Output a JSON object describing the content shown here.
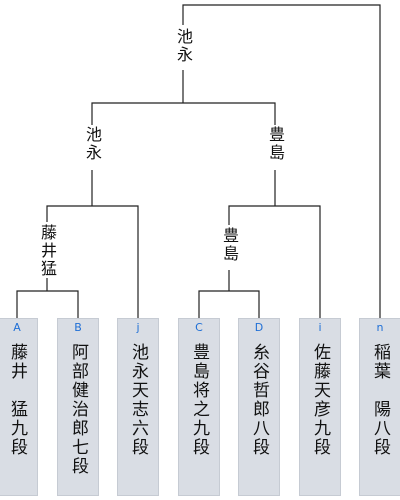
{
  "colors": {
    "line": "#222222",
    "seed": "#1f6fd6",
    "card_bg": "#d9dde4"
  },
  "winners": {
    "final": "池永",
    "sf_left": "池永",
    "sf_right": "豊島",
    "qf_left": "藤井猛",
    "qf_right": "豊島"
  },
  "players": [
    {
      "seed": "A",
      "name": "藤井　猛九段"
    },
    {
      "seed": "B",
      "name": "阿部健治郎七段"
    },
    {
      "seed": "j",
      "name": "池永天志六段"
    },
    {
      "seed": "C",
      "name": "豊島将之九段"
    },
    {
      "seed": "D",
      "name": "糸谷哲郎八段"
    },
    {
      "seed": "i",
      "name": "佐藤天彦九段"
    },
    {
      "seed": "n",
      "name": "稲葉　陽八段"
    }
  ]
}
